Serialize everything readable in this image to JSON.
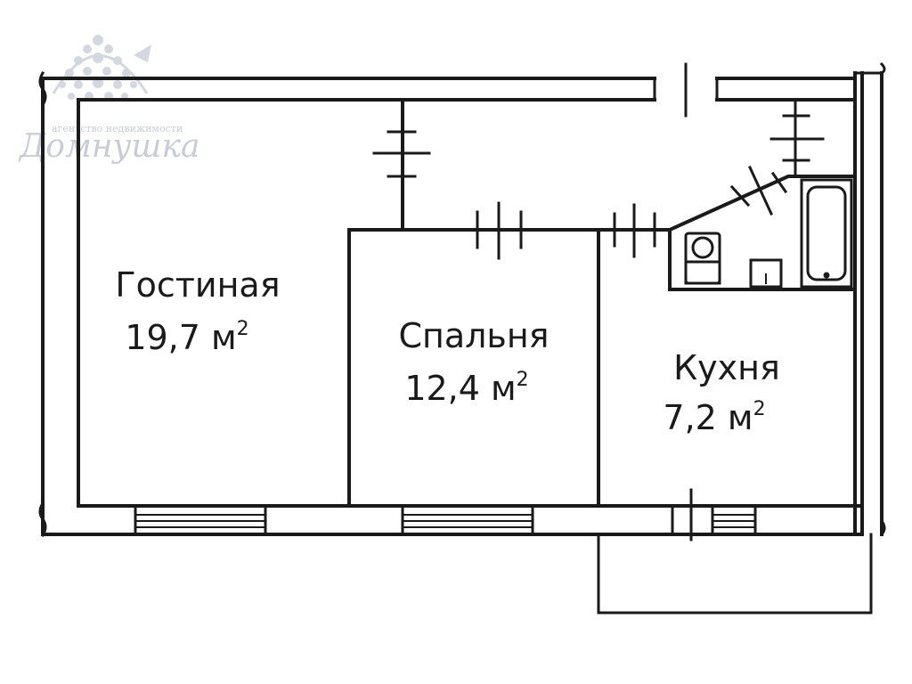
{
  "watermark": {
    "small_text": "агентство недвижимости",
    "brand": "Домнушка",
    "color": "#c7ccd6"
  },
  "rooms": {
    "living": {
      "name": "Гостиная",
      "area": "19,7 м",
      "sup": "2"
    },
    "bedroom": {
      "name": "Спальня",
      "area": "12,4 м",
      "sup": "2"
    },
    "kitchen": {
      "name": "Кухня",
      "area": "7,2 м",
      "sup": "2"
    }
  },
  "colors": {
    "line": "#1a1a1a",
    "background": "#ffffff"
  }
}
